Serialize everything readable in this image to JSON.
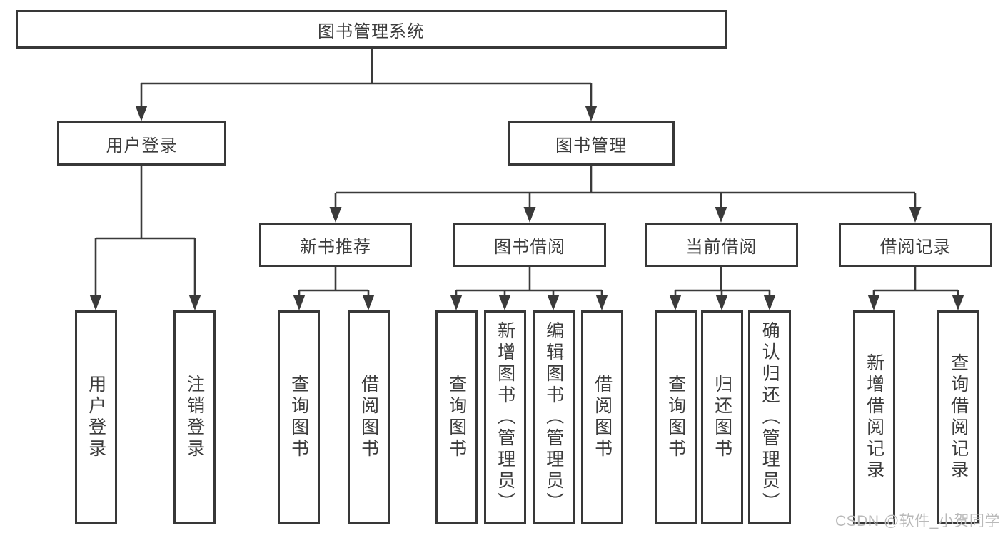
{
  "tree": {
    "label": "图书管理系统",
    "children": [
      {
        "label": "用户登录",
        "children": [
          {
            "label": "用户登录"
          },
          {
            "label": "注销登录"
          }
        ]
      },
      {
        "label": "图书管理",
        "children": [
          {
            "label": "新书推荐",
            "children": [
              {
                "label": "查询图书"
              },
              {
                "label": "借阅图书"
              }
            ]
          },
          {
            "label": "图书借阅",
            "children": [
              {
                "label": "查询图书"
              },
              {
                "label": "新增图书（管理员）"
              },
              {
                "label": "编辑图书（管理员）"
              },
              {
                "label": "借阅图书"
              }
            ]
          },
          {
            "label": "当前借阅",
            "children": [
              {
                "label": "查询图书"
              },
              {
                "label": "归还图书"
              },
              {
                "label": "确认归还（管理员）"
              }
            ]
          },
          {
            "label": "借阅记录",
            "children": [
              {
                "label": "新增借阅记录"
              },
              {
                "label": "查询借阅记录"
              }
            ]
          }
        ]
      }
    ]
  },
  "watermark": {
    "text": "CSDN @软件_小贺同学"
  },
  "colors": {
    "line": "#3a3a3a",
    "border": "#383838",
    "text": "#3c3c3c",
    "watermark": "#b9b9b9",
    "background": "#ffffff"
  }
}
